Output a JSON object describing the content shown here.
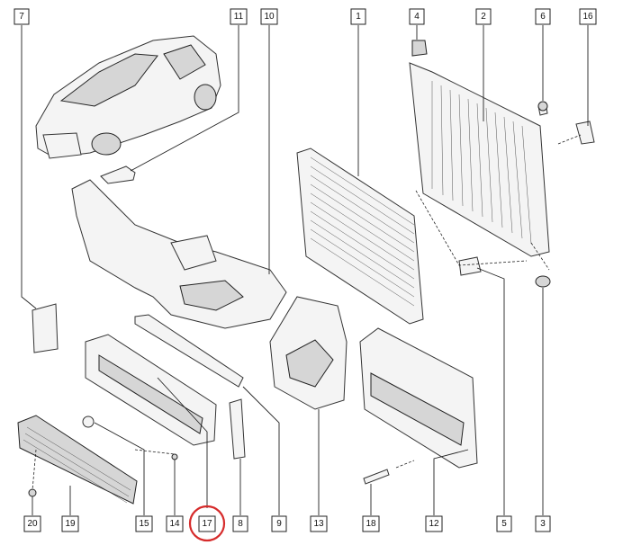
{
  "colors": {
    "line": "#222222",
    "highlight": "#d62b2b",
    "background": "#ffffff"
  },
  "callouts_top": [
    "7",
    "11",
    "10",
    "1",
    "4",
    "2",
    "6",
    "16"
  ],
  "callouts_bottom": [
    "20",
    "19",
    "15",
    "14",
    "17",
    "8",
    "9",
    "13",
    "18",
    "12",
    "5",
    "3"
  ],
  "highlighted": "17"
}
